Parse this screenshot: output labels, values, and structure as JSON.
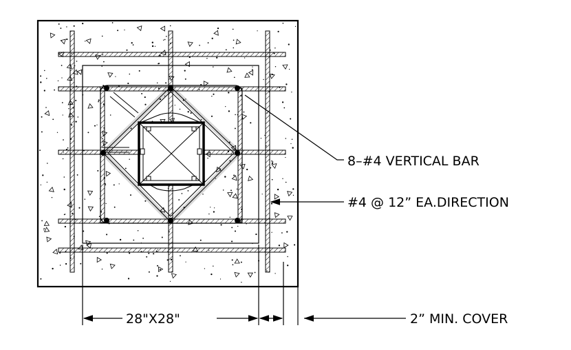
{
  "labels": {
    "vertical_bar": "8–#4 VERTICAL BAR",
    "rebar_spacing": "#4 @ 12” EA.DIRECTION",
    "dimension": "28\"X28\"",
    "cover": "2” MIN. COVER"
  }
}
